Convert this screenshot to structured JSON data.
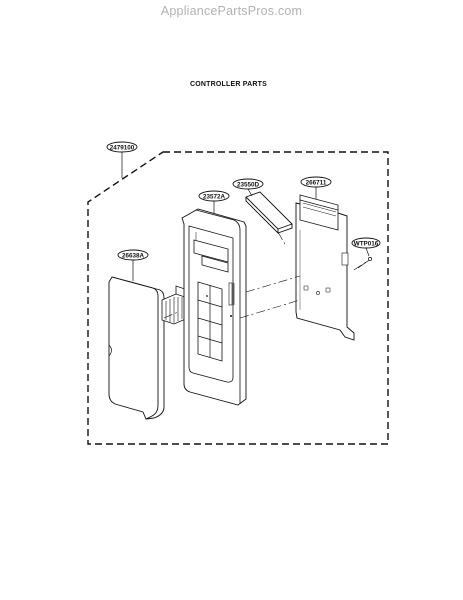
{
  "header": {
    "watermark": "AppliancePartsPros.com",
    "title": "CONTROLLER PARTS"
  },
  "callouts": {
    "frame": "2479100",
    "door_panel": "26638A",
    "controller_housing": "23572A",
    "display_window": "23550D",
    "circuit_board": "266711",
    "screw": "WTP016"
  }
}
